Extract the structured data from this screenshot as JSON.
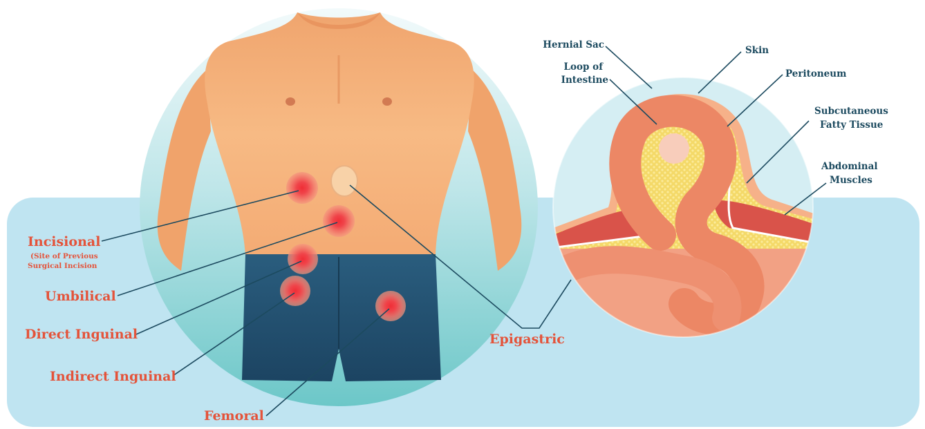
{
  "hernia_types": {
    "incisional": "Incisional",
    "incisional_note_1": "(Site of Previous",
    "incisional_note_2": "Surgical Incision",
    "umbilical": "Umbilical",
    "direct_inguinal": "Direct Inguinal",
    "indirect_inguinal": "Indirect Inguinal",
    "femoral": "Femoral",
    "epigastric": "Epigastric"
  },
  "anatomy": {
    "hernial_sac": "Hernial Sac",
    "loop_1": "Loop of",
    "loop_2": "Intestine",
    "skin": "Skin",
    "peritoneum": "Peritoneum",
    "subcutaneous_1": "Subcutaneous",
    "subcutaneous_2": "Fatty Tissue",
    "abdominal_1": "Abdominal",
    "abdominal_2": "Muscles"
  },
  "colors": {
    "label_red": "#e4533a",
    "label_blue": "#1c4a5f",
    "background_band": "#bfe4f1",
    "skin": "#f5b07a",
    "shorts": "#234f6e",
    "intestine": "#ee8a6c",
    "fat": "#f5dc6e"
  },
  "icons": [
    "torso-illustration",
    "hernia-cross-section"
  ]
}
